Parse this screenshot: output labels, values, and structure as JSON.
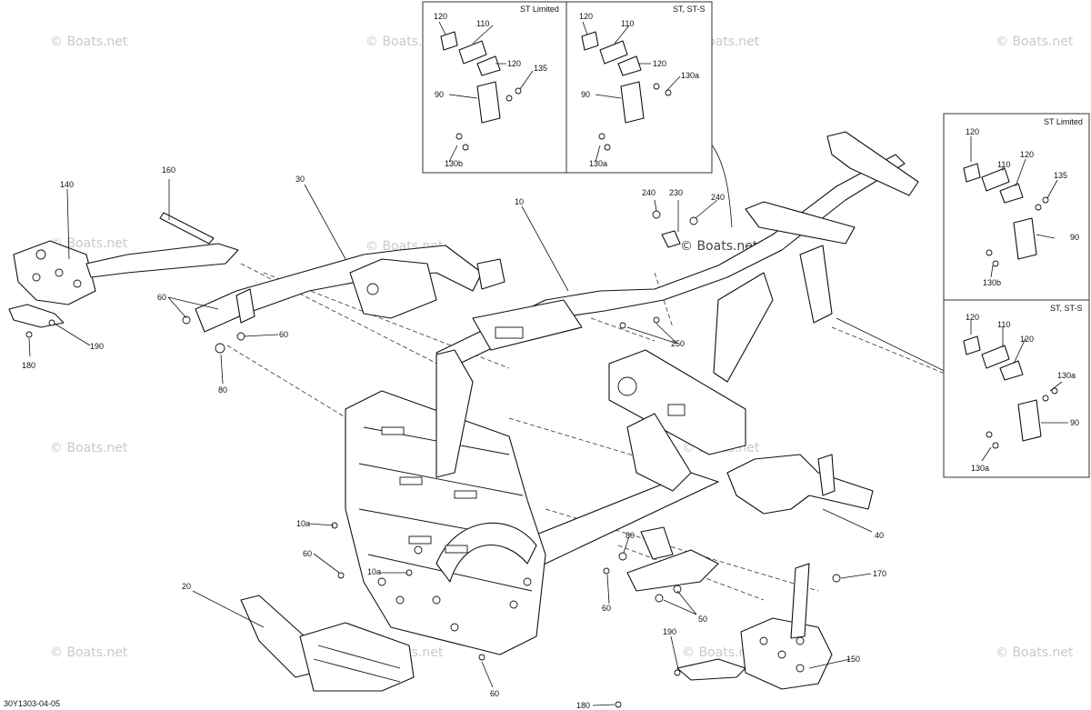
{
  "diagram": {
    "doc_id": "30Y1303-04-05",
    "watermark": "© Boats.net",
    "watermark_center": "© Boats.net",
    "callouts": {
      "c10": "10",
      "c20": "20",
      "c30": "30",
      "c40": "40",
      "c50": "50",
      "c60a": "60",
      "c60b": "60",
      "c60c": "60",
      "c60d": "60",
      "c80a": "80",
      "c80b": "80",
      "c10a1": "10a",
      "c10a2": "10a",
      "c140": "140",
      "c150": "150",
      "c160": "160",
      "c170": "170",
      "c180a": "180",
      "c180b": "180",
      "c190a": "190",
      "c190b": "190",
      "c230": "230",
      "c240a": "240",
      "c240b": "240",
      "c250": "250"
    },
    "inset_top_left": {
      "title": "ST Limited",
      "labels": {
        "a": "120",
        "b": "110",
        "c": "120",
        "d": "135",
        "e": "90",
        "f": "130b"
      }
    },
    "inset_top_right": {
      "title": "ST, ST-S",
      "labels": {
        "a": "120",
        "b": "110",
        "c": "120",
        "d": "130a",
        "e": "90",
        "f": "130a"
      }
    },
    "inset_side_top": {
      "title": "ST Limited",
      "labels": {
        "a": "120",
        "b": "110",
        "c": "120",
        "d": "135",
        "e": "90",
        "f": "130b"
      }
    },
    "inset_side_bottom": {
      "title": "ST, ST-S",
      "labels": {
        "a": "120",
        "b": "110",
        "c": "120",
        "d": "130a",
        "e": "90",
        "f": "130a"
      }
    }
  }
}
